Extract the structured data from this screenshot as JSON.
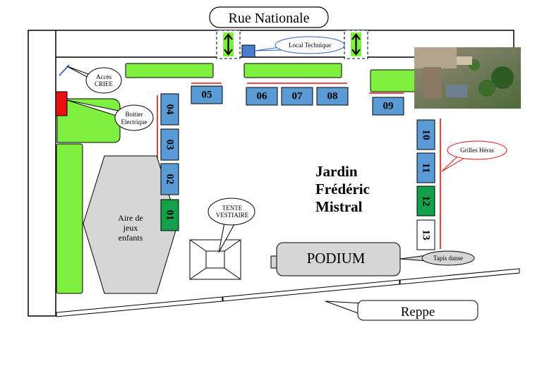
{
  "streets": {
    "top": "Rue Nationale",
    "bottom": "Reppe"
  },
  "garden": {
    "line1": "Jardin",
    "line2": "Frédéric",
    "line3": "Mistral"
  },
  "stands": [
    {
      "id": "05",
      "status": "blue"
    },
    {
      "id": "06",
      "status": "blue"
    },
    {
      "id": "07",
      "status": "blue"
    },
    {
      "id": "08",
      "status": "blue"
    },
    {
      "id": "09",
      "status": "blue"
    },
    {
      "id": "04",
      "status": "blue"
    },
    {
      "id": "03",
      "status": "blue"
    },
    {
      "id": "02",
      "status": "blue"
    },
    {
      "id": "01",
      "status": "green"
    },
    {
      "id": "10",
      "status": "blue"
    },
    {
      "id": "11",
      "status": "blue"
    },
    {
      "id": "12",
      "status": "green"
    },
    {
      "id": "13",
      "status": "white"
    }
  ],
  "playground": {
    "line1": "Aire de",
    "line2": "jeux",
    "line3": "enfants"
  },
  "podium": "PODIUM",
  "callouts": {
    "local_technique": "Local Technique",
    "acces_line1": "Accès",
    "acces_line2": "CRIEE",
    "boitier_line1": "Boitier",
    "boitier_line2": "Electrique",
    "tente_line1": "TENTE",
    "tente_line2": "VESTIAIRE",
    "grilles": "Grilles Héras",
    "tapis": "Tapis danse"
  },
  "colors": {
    "lawn": "#80f040",
    "stand_blue": "#5b9bd5",
    "stand_green": "#12a04a",
    "grille_red": "#e8100f",
    "electric_red": "#e81010",
    "area_grey": "#d6d6d6",
    "callout_red": "#e01010",
    "callout_blue": "#2a62d0"
  }
}
